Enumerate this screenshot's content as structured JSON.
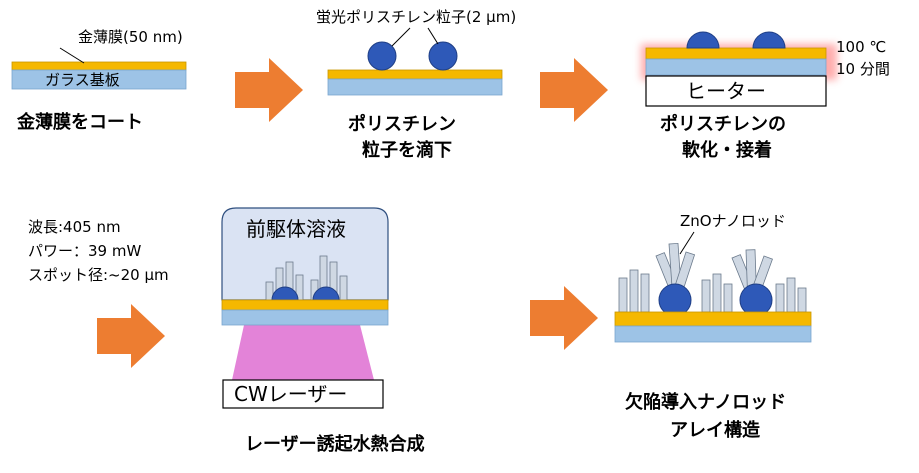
{
  "colors": {
    "gold": "#f5b800",
    "glass": "#9dc3e6",
    "bead": "#2e59b8",
    "arrow": "#ed7d31",
    "rod": "#cfd8e3",
    "precursor": "#dae3f3",
    "laser": "#e383d8"
  },
  "step1": {
    "gold_label": "金薄膜(50 nm)",
    "glass_label": "ガラス基板",
    "caption": "金薄膜をコート"
  },
  "step2": {
    "particle_label": "蛍光ポリスチレン粒子(2 μm)",
    "caption_line1": "ポリスチレン",
    "caption_line2": "粒子を滴下"
  },
  "step3": {
    "heater_label": "ヒーター",
    "temp_label": "100 ℃",
    "time_label": "10 分間",
    "caption_line1": "ポリスチレンの",
    "caption_line2": "軟化・接着"
  },
  "step4": {
    "wavelength": "波長:405 nm",
    "power": "パワー：39 mW",
    "spot": "スポット径:~20 μm",
    "precursor_label": "前駆体溶液",
    "laser_label": "CWレーザー",
    "caption": "レーザー誘起水熱合成"
  },
  "step5": {
    "rod_label": "ZnOナノロッド",
    "caption_line1": "欠陥導入ナノロッド",
    "caption_line2": "アレイ構造"
  }
}
